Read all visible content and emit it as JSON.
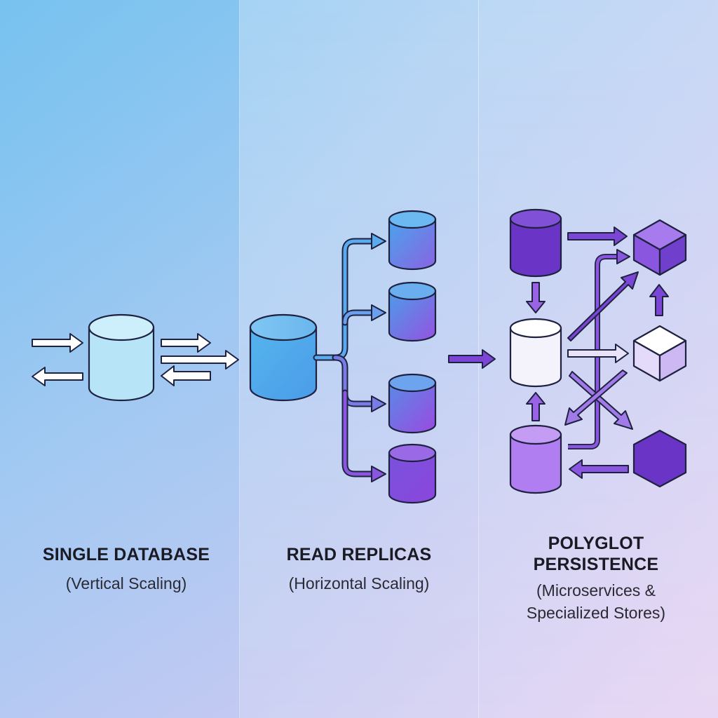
{
  "panels": [
    {
      "title_lines": [
        "SINGLE DATABASE"
      ],
      "subtitle_lines": [
        "(Vertical Scaling)"
      ]
    },
    {
      "title_lines": [
        "READ REPLICAS"
      ],
      "subtitle_lines": [
        "(Horizontal Scaling)"
      ]
    },
    {
      "title_lines": [
        "POLYGLOT",
        "PERSISTENCE"
      ],
      "subtitle_lines": [
        "(Microservices &",
        "Specialized Stores)"
      ]
    }
  ],
  "icons": {
    "panel_1": [
      "database-cylinder-icon"
    ],
    "panel_2": [
      "database-cylinder-icon",
      "replica-cylinder-icon"
    ],
    "panel_3": [
      "database-cylinder-icon",
      "cube-icon",
      "hexagon-icon"
    ]
  },
  "colors": {
    "outline": "#1e2240",
    "light_cyan": "#b8e4f8",
    "blue": "#4aa8ec",
    "purple": "#7b45d6",
    "deep_purple": "#6a35c6",
    "light_purple": "#b07ef0",
    "white": "#f4f3fb"
  }
}
